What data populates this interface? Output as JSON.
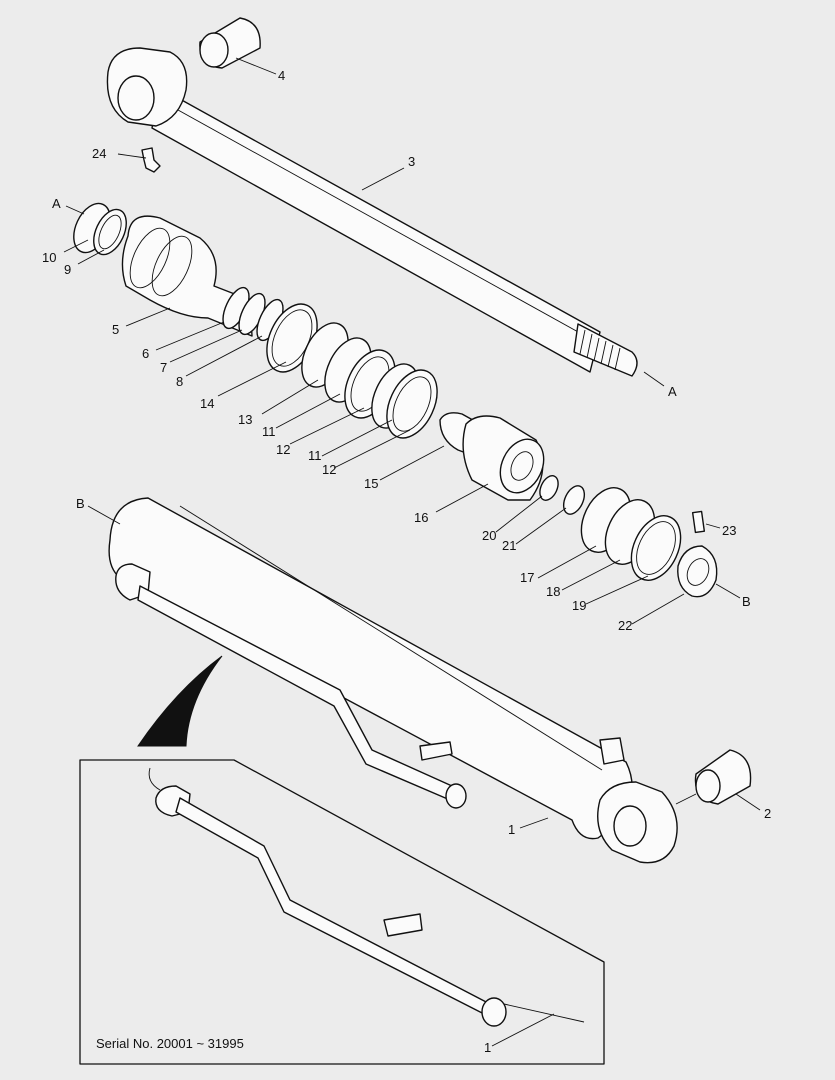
{
  "callouts": {
    "c4": "4",
    "c24": "24",
    "c3": "3",
    "cA1": "A",
    "c10": "10",
    "c9": "9",
    "c5": "5",
    "c6": "6",
    "c7": "7",
    "c8": "8",
    "c14": "14",
    "c13": "13",
    "c11a": "11",
    "c12a": "12",
    "c11b": "11",
    "c12b": "12",
    "c15": "15",
    "c16": "16",
    "cA2": "A",
    "c20": "20",
    "c21": "21",
    "c23": "23",
    "c17": "17",
    "c18": "18",
    "c19": "19",
    "cB2": "B",
    "c22": "22",
    "cB1": "B",
    "c2": "2",
    "c1a": "1",
    "c1b": "1"
  },
  "inset": {
    "serial_label": "Serial No. 20001 ~ 31995"
  }
}
